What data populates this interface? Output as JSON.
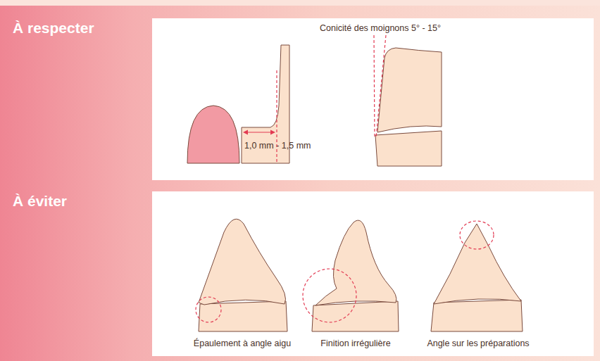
{
  "diagram": {
    "nodes": [
      {
        "text": [
          "À respecter"
        ]
      },
      {
        "text": [
          "À éviter"
        ]
      }
    ],
    "labels": [
      "Conicité des moignons 5° - 15°",
      "1,0 mm - 1,5 mm",
      "Épaulement à angle aigu",
      "Finition irrégulière",
      "Angle sur les préparations"
    ]
  }
}
